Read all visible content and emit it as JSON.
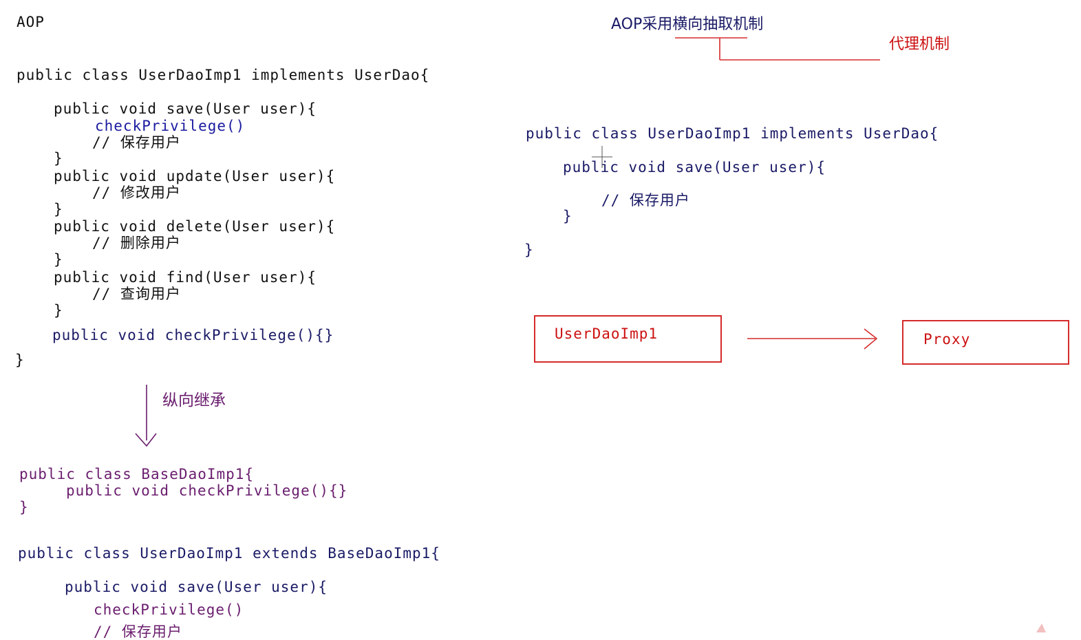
{
  "left": {
    "heading": "AOP",
    "class_decl": "public class UserDaoImp1 implements UserDao{",
    "save_sig": "public void save(User user){",
    "save_call": "checkPrivilege()",
    "save_comment": "// 保存用户",
    "close1": "}",
    "update_sig": "public void update(User user){",
    "update_comment": "// 修改用户",
    "close2": "}",
    "delete_sig": "public void delete(User user){",
    "delete_comment": "// 删除用户",
    "close3": "}",
    "find_sig": "public void find(User user){",
    "find_comment": "// 查询用户",
    "close4": "}",
    "check_method": "public void checkPrivilege(){}",
    "class_close": "}",
    "vertical_label": "纵向继承",
    "base_decl": "public class BaseDaoImp1{",
    "base_method": "public void checkPrivilege(){}",
    "base_close": "}",
    "ext_decl": "public class UserDaoImp1 extends BaseDaoImp1{",
    "ext_save_sig": "public void save(User user){",
    "ext_save_call": "checkPrivilege()",
    "ext_cut": "// 保存用户"
  },
  "right": {
    "title": "AOP采用横向抽取机制",
    "proxy_mechanism": "代理机制",
    "class_decl": "public class UserDaoImp1 implements UserDao{",
    "save_sig": "public void save(User user){",
    "save_comment": "// 保存用户",
    "method_close": "}",
    "class_close": "}",
    "box1_label": "UserDaoImp1",
    "box2_label": "Proxy"
  },
  "colors": {
    "arrow_red": "#d62a2a",
    "text_navy": "#1a1a66",
    "text_purple": "#6a1d6e"
  }
}
